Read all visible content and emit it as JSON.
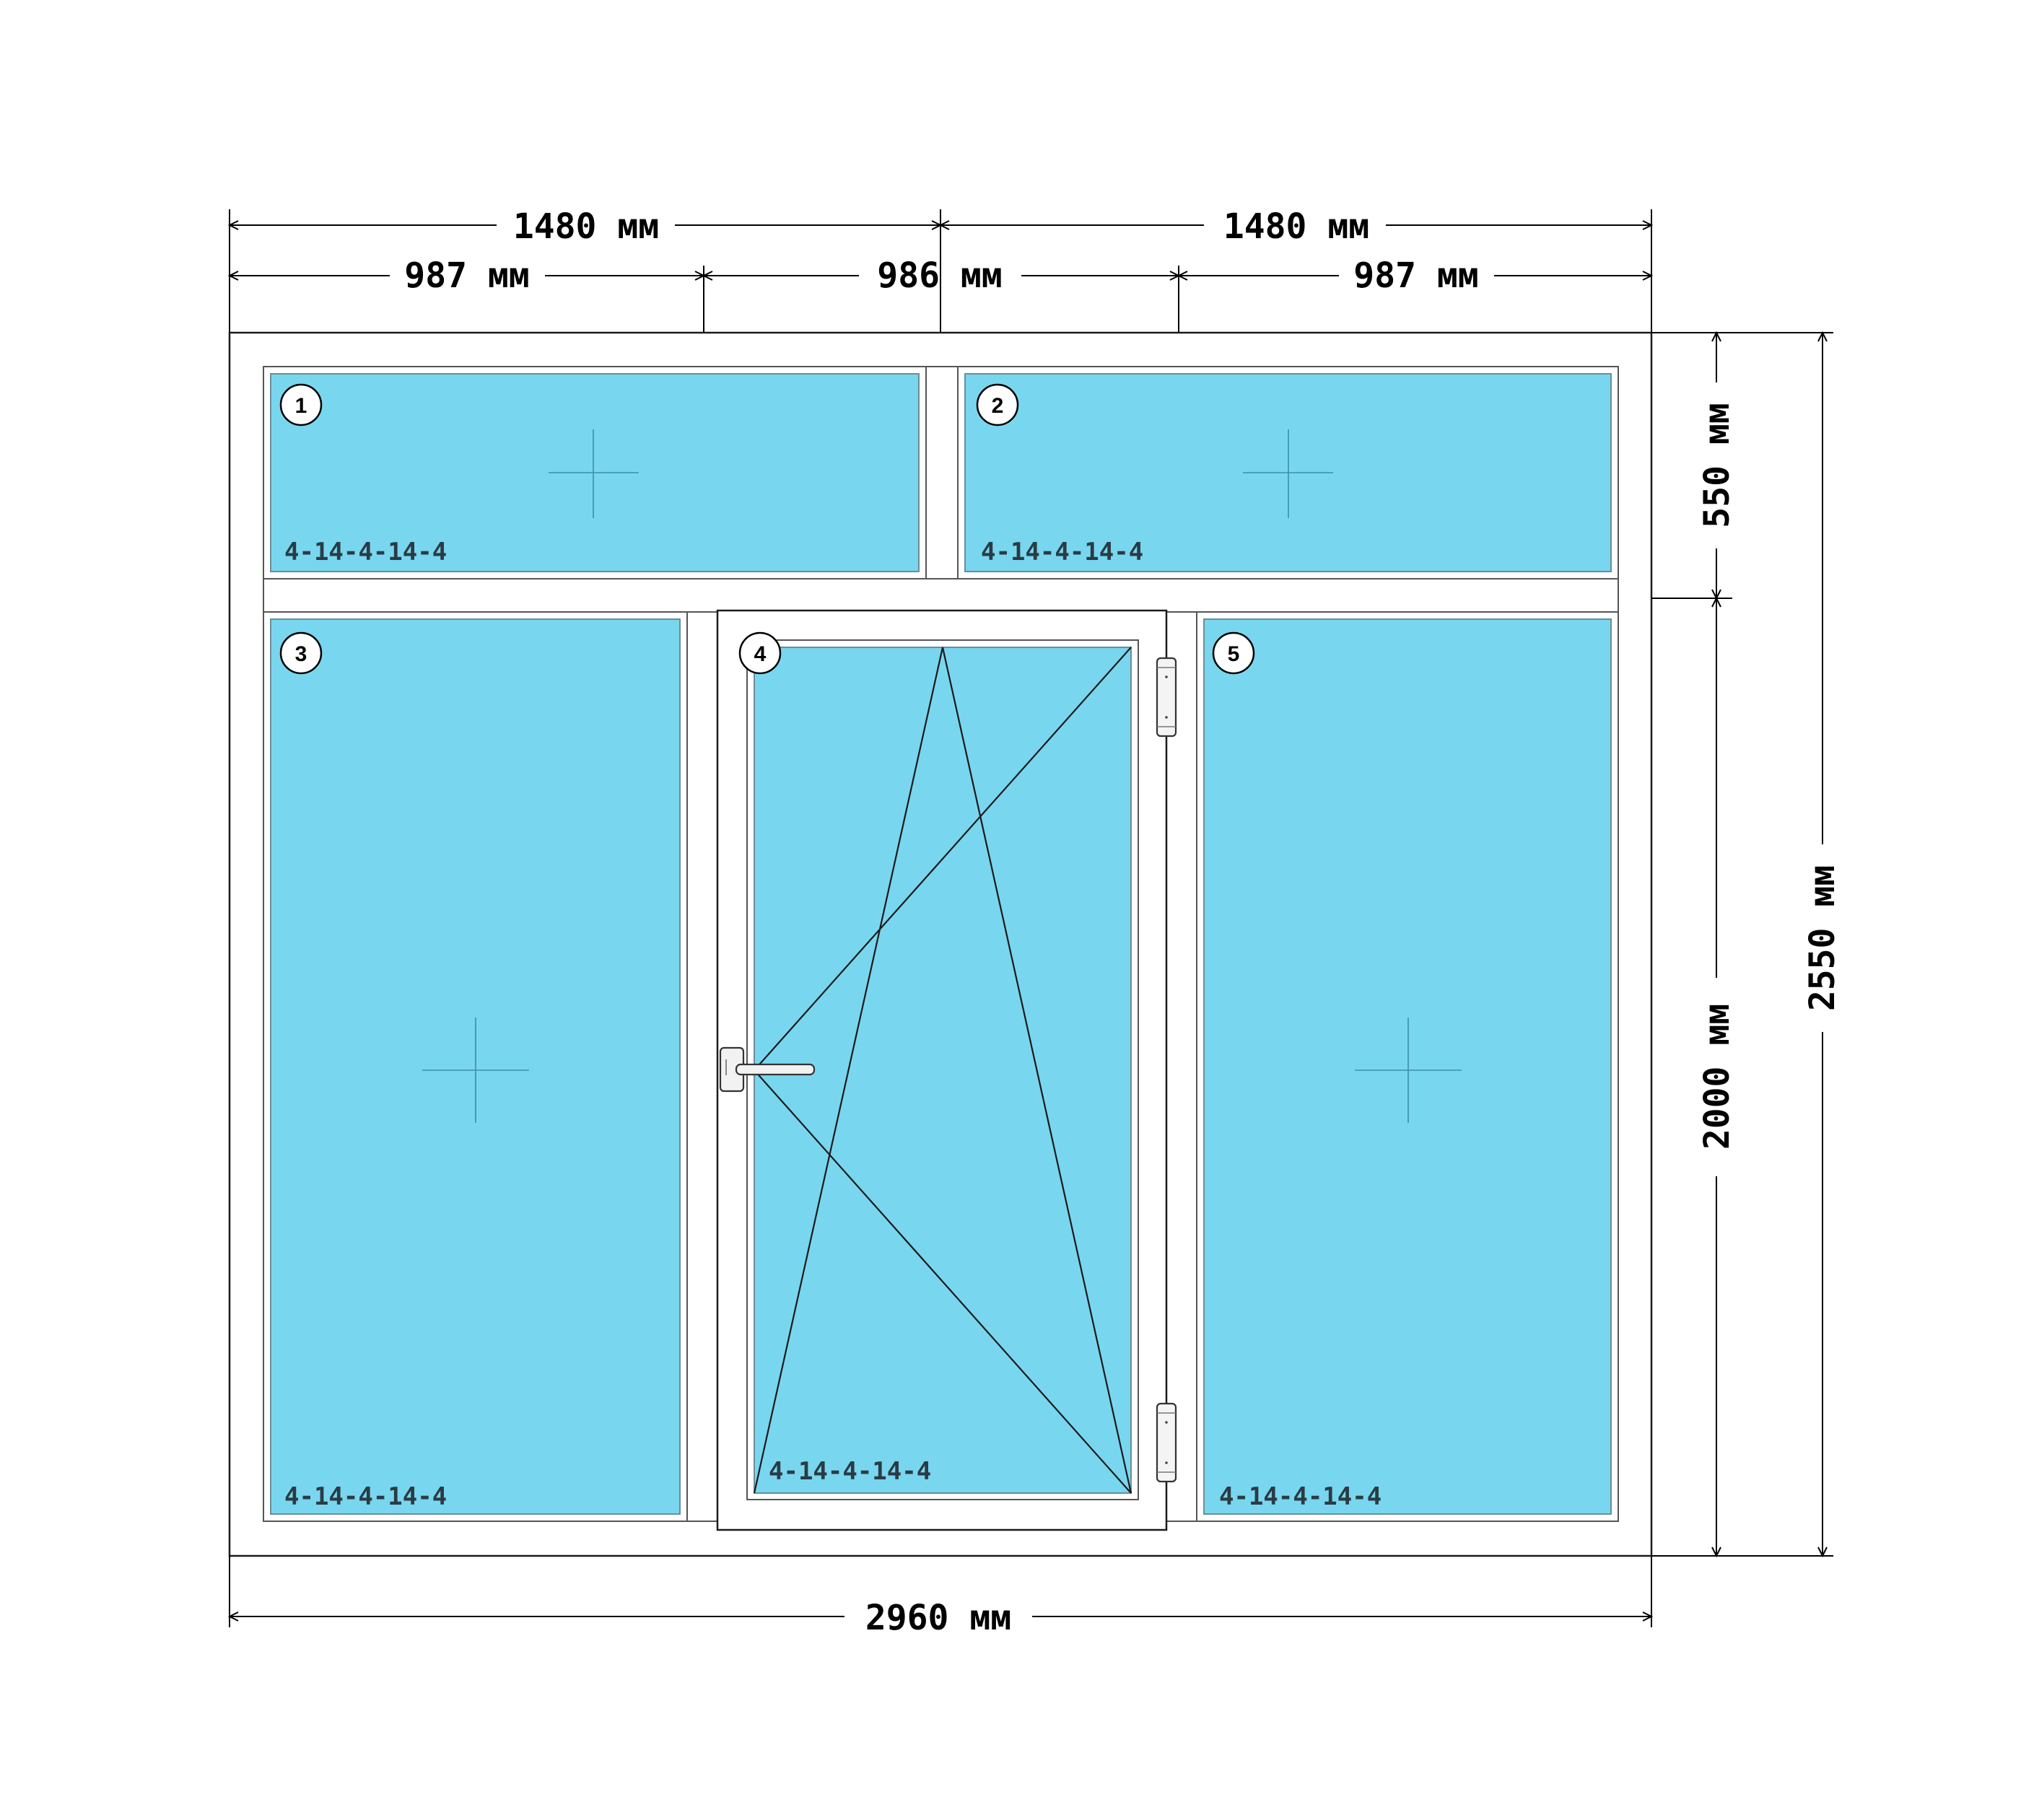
{
  "colors": {
    "glass": "#79d6ef",
    "frame": "#ffffff",
    "outline": "#1a1a1a",
    "glass_label": "#2a3b44"
  },
  "dimensions": {
    "top_half_left": "1480 мм",
    "top_half_right": "1480 мм",
    "top_third_left": "987 мм",
    "top_third_middle": "986 мм",
    "top_third_right": "987 мм",
    "right_transom_height": "550 мм",
    "right_lower_height": "2000 мм",
    "right_total_height": "2550 мм",
    "bottom_total_width": "2960 мм"
  },
  "panes": [
    {
      "number": "1",
      "glass_formula": "4-14-4-14-4",
      "type": "fixed"
    },
    {
      "number": "2",
      "glass_formula": "4-14-4-14-4",
      "type": "fixed"
    },
    {
      "number": "3",
      "glass_formula": "4-14-4-14-4",
      "type": "fixed"
    },
    {
      "number": "4",
      "glass_formula": "4-14-4-14-4",
      "type": "tilt-and-turn",
      "hinge_side": "right",
      "handle_side": "left"
    },
    {
      "number": "5",
      "glass_formula": "4-14-4-14-4",
      "type": "fixed"
    }
  ],
  "icons": {
    "handle": "window-handle-icon",
    "hinge": "hinge-icon"
  }
}
